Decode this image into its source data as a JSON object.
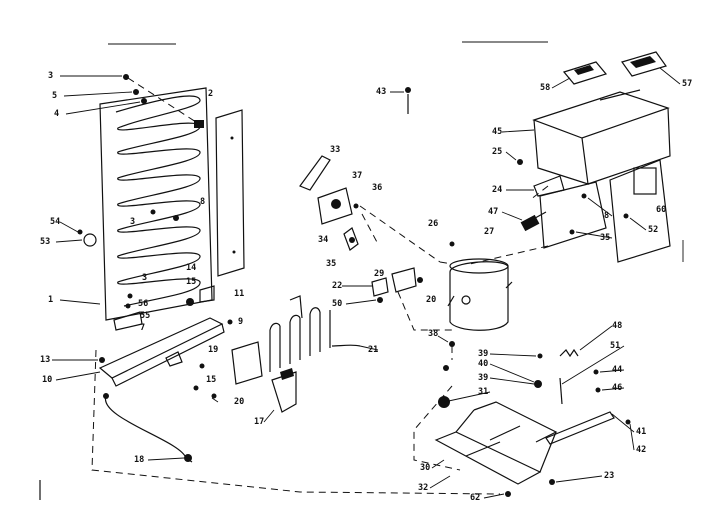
{
  "labels": {
    "l3a": "3",
    "l5a": "5",
    "l4a": "4",
    "l2": "2",
    "l3b": "3",
    "l8a": "8",
    "l54": "54",
    "l53": "53",
    "l1": "1",
    "l14": "14",
    "l15a": "15",
    "l11": "11",
    "l3c": "3",
    "l56": "56",
    "l55": "55",
    "l7": "7",
    "l9": "9",
    "l13": "13",
    "l10": "10",
    "l19": "19",
    "l15b": "15",
    "l20a": "20",
    "l18": "18",
    "l17": "17",
    "l21": "21",
    "l33": "33",
    "l37": "37",
    "l36": "36",
    "l34a": "34",
    "l35a": "35",
    "l22": "22",
    "l29": "29",
    "l50": "50",
    "l20b": "20",
    "l26": "26",
    "l27": "27",
    "l38": "38",
    "l43": "43",
    "l58": "58",
    "l57": "57",
    "l45": "45",
    "l25": "25",
    "l24": "24",
    "l47": "47",
    "l8b": "8",
    "l35b": "35",
    "l52": "52",
    "l60": "60",
    "l48": "48",
    "l39a": "39",
    "l40": "40",
    "l39b": "39",
    "l31": "31",
    "l51": "51",
    "l44": "44",
    "l46": "46",
    "l41": "41",
    "l42": "42",
    "l30": "30",
    "l32": "32",
    "l23": "23",
    "l62": "62"
  }
}
